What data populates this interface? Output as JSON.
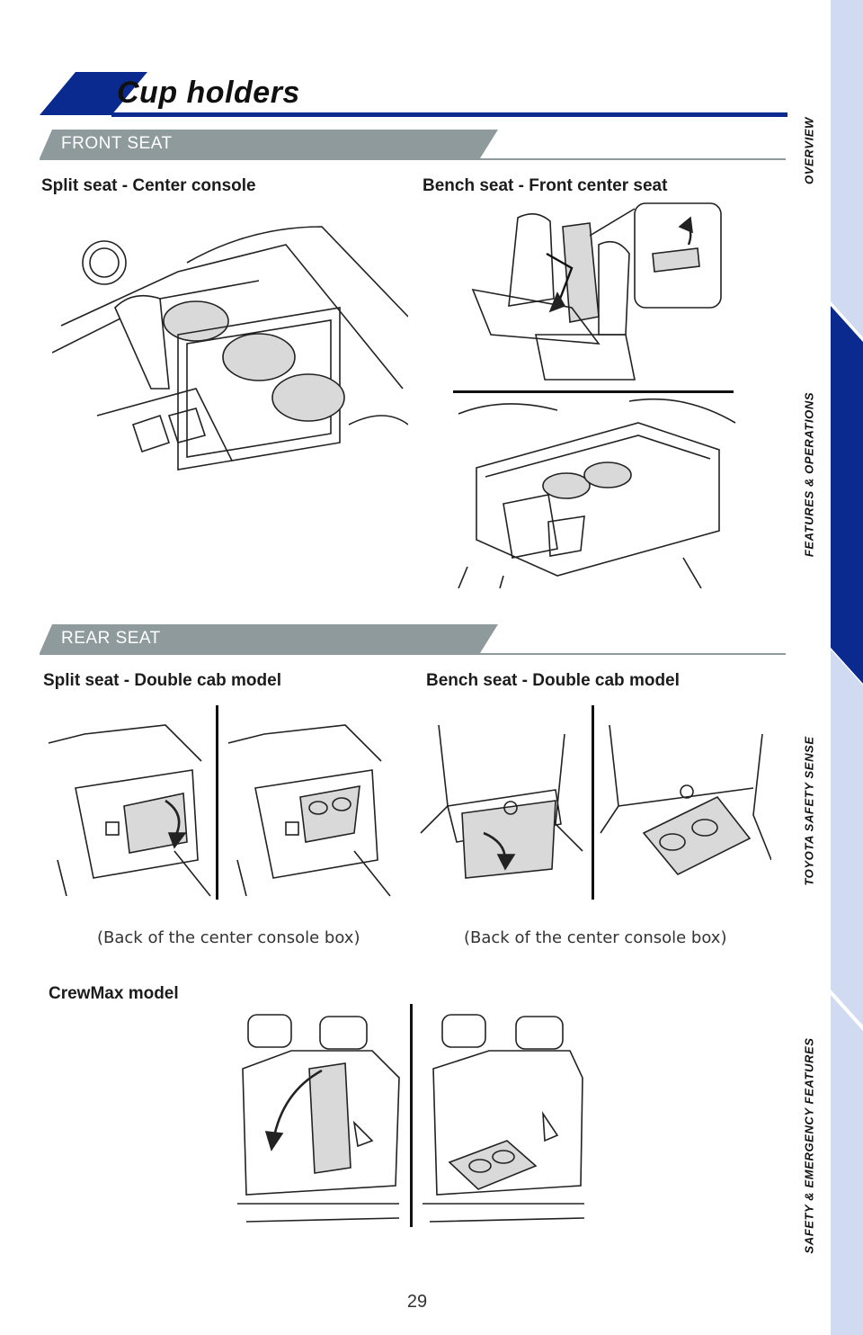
{
  "page": {
    "title": "Cup holders",
    "page_number": "29",
    "accent_color": "#0a2a8f",
    "banner_color": "#8e9a9c"
  },
  "sections": {
    "front": {
      "label": "FRONT SEAT",
      "captions": {
        "left": "Split seat - Center console",
        "right": "Bench seat - Front center seat"
      }
    },
    "rear": {
      "label": "REAR SEAT",
      "captions": {
        "left": "Split seat - Double cab model",
        "right": "Bench seat - Double cab model",
        "crewmax": "CrewMax model"
      },
      "notes": {
        "left": "(Back of the center console box)",
        "right": "(Back of the center console box)"
      }
    }
  },
  "sidenav": {
    "tabs": [
      {
        "label": "OVERVIEW",
        "active": false
      },
      {
        "label": "FEATURES & OPERATIONS",
        "active": true
      },
      {
        "label": "TOYOTA SAFETY SENSE",
        "active": false
      },
      {
        "label": "SAFETY & EMERGENCY FEATURES",
        "active": false
      }
    ],
    "active_color": "#0a2a8f",
    "inactive_color": "#cfd9f0"
  }
}
